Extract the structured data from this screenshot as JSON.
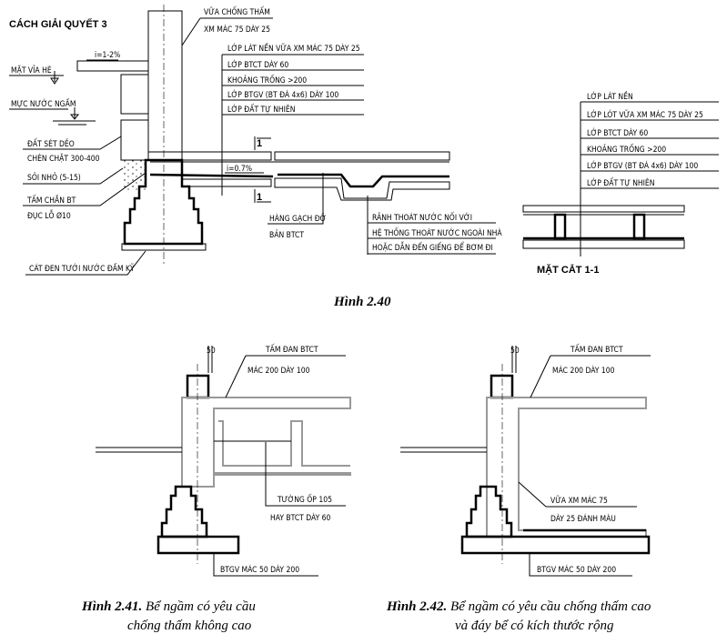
{
  "fig40": {
    "heading": "CÁCH GIẢI QUYẾT 3",
    "labels": {
      "sidewalk": "MẶT VỈA HÈ",
      "slope_top": "i=1-2%",
      "groundwater": "MỰC NƯỚC NGẦM",
      "clay1": "ĐẤT SÉT DẺO",
      "clay2": "CHÈN CHẶT 300-400",
      "gravel": "SỎI NHỎ (5-15)",
      "plate1": "TẤM CHẮN BT",
      "plate2": "ĐỤC LỖ Ø10",
      "sand": "CÁT ĐEN TƯỚI NƯỚC ĐẦM KỸ",
      "waterproof1": "VỮA CHỐNG THẤM",
      "waterproof2": "XM MÁC 75 DÀY 25",
      "layer1": "LỚP LÁT NỀN VỮA XM MÁC 75 DÀY 25",
      "layer2": "LỚP BTCT DÀY 60",
      "layer3": "KHOẢNG TRỐNG >200",
      "layer4": "LỚP BTGV (BT ĐÁ 4x6) DÀY 100",
      "layer5": "LỚP ĐẤT TỰ NHIÊN",
      "slope_floor": "i=0.7%",
      "section_mark": "1",
      "brick1": "HÀNG GẠCH ĐỠ",
      "brick2": "BẢN BTCT",
      "drain1": "RÃNH THOÁT NƯỚC NỐI VỚI",
      "drain2": "HỆ THỐNG THOÁT NƯỚC NGOÀI NHÀ",
      "drain3": "HOẶC DẪN ĐẾN GIẾNG ĐỂ BƠM ĐI"
    },
    "section": {
      "title": "MẶT CẮT 1-1",
      "layers": [
        "LỚP LÁT NỀN",
        "LỚP LÓT VỮA XM MÁC 75 DÀY 25",
        "LỚP BTCT DÀY 60",
        "KHOẢNG TRỐNG >200",
        "LỚP BTGV (BT ĐÁ 4x6) DÀY 100",
        "LỚP ĐẤT TỰ NHIÊN"
      ]
    },
    "caption": "Hình 2.40"
  },
  "fig41": {
    "dim": "50",
    "slab1": "TẤM ĐAN BTCT",
    "slab2": "MÁC 200 DÀY 100",
    "wall1": "TƯỜNG ỐP 105",
    "wall2": "HAY BTCT DÀY 60",
    "base": "BTGV MÁC 50 DÀY 200",
    "caption_num": "Hình 2.41.",
    "caption_l1": "Bể ngầm có yêu cầu",
    "caption_l2": "chống thấm không cao"
  },
  "fig42": {
    "dim": "50",
    "slab1": "TẤM ĐAN BTCT",
    "slab2": "MÁC 200 DÀY 100",
    "mortar1": "VỮA XM MÁC 75",
    "mortar2": "DÀY 25 ĐÁNH MÀU",
    "base": "BTGV MÁC 50 DÀY 200",
    "caption_num": "Hình 2.42.",
    "caption_l1": "Bể ngầm có yêu cầu chống thấm cao",
    "caption_l2": "và đáy bể có kích thước rộng"
  }
}
